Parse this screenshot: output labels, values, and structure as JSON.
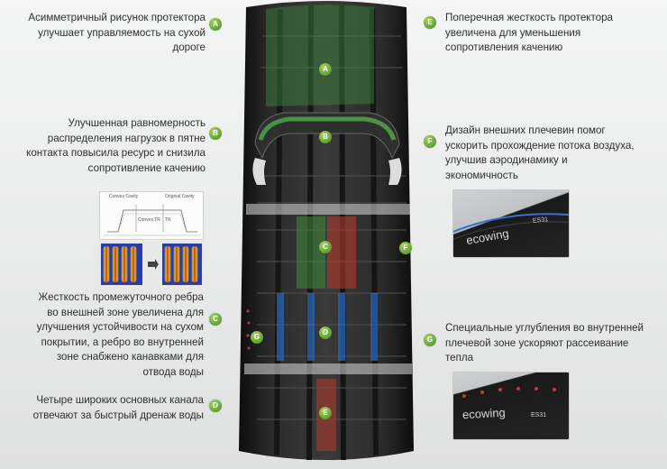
{
  "left_notes": [
    {
      "id": "A",
      "lines": [
        "Асимметричный рисунок протектора",
        "улучшает управляемость на сухой",
        "дороге"
      ]
    },
    {
      "id": "B",
      "lines": [
        "Улучшенная равномерность",
        "распределения нагрузок в пятне",
        "контакта повысила ресурс и снизила",
        "сопротивление качению"
      ]
    },
    {
      "id": "C",
      "lines": [
        "Жесткость промежуточного ребра",
        "во внешней зоне увеличена для",
        "улучшения устойчивости на сухом",
        "покрытии, а ребро во внутренней",
        "зоне снабжено канавками для",
        "отвода воды"
      ]
    },
    {
      "id": "D",
      "lines": [
        "Четыре широких основных канала",
        "отвечают за быстрый дренаж воды"
      ]
    }
  ],
  "right_notes": [
    {
      "id": "E",
      "lines": [
        "Поперечная жесткость протектора",
        "увеличена для уменьшения",
        "сопротивления качению"
      ]
    },
    {
      "id": "F",
      "lines": [
        "Дизайн внешних плечевин помог",
        "ускорить прохождение потока воздуха,",
        "улучшив аэродинамику и",
        "экономичность"
      ]
    },
    {
      "id": "G",
      "lines": [
        "Специальные углубления во внутренней",
        "плечевой зоне ускоряют рассеивание",
        "тепла"
      ]
    }
  ],
  "tire_markers": [
    "A",
    "B",
    "C",
    "D",
    "E",
    "F",
    "G"
  ],
  "chart_inset": {
    "label_left": "Convex Cavity",
    "label_right": "Original Cavity",
    "label_tr": "Convex TR",
    "label_tr2": "TR"
  },
  "sidewall_brand": "ecowing",
  "sidewall_model": "ES31",
  "colors": {
    "badge": "#6aa83a",
    "green_zone": "#3f8a3c",
    "blue_zone": "#2a66b8",
    "red_zone": "#b23a2a"
  }
}
